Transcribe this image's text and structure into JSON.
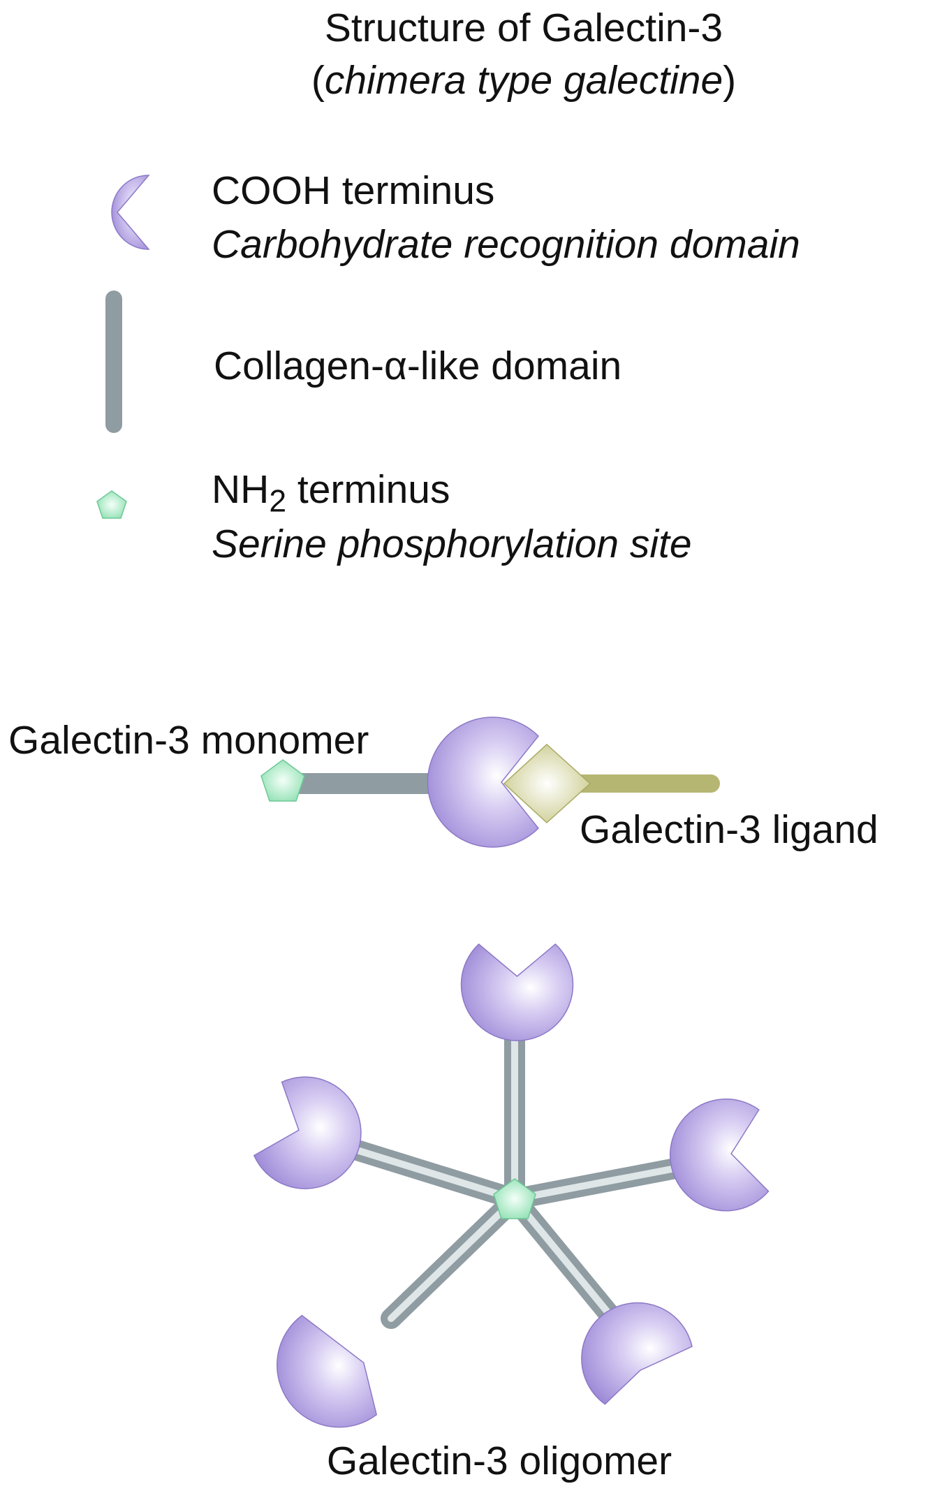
{
  "title": {
    "line1": "Structure of Galectin-3",
    "line2_open": "(",
    "line2_italic": "chimera type galectine",
    "line2_close": ")"
  },
  "legend": {
    "crd": {
      "label": "COOH terminus",
      "sublabel": "Carbohydrate recognition domain",
      "icon": "pacman-crd-icon",
      "color": "#9a86d6"
    },
    "collagen": {
      "label": "Collagen-α-like domain",
      "icon": "rod-icon",
      "color": "#9eabb0"
    },
    "nh2": {
      "label_prefix": "NH",
      "label_sub": "2",
      "label_suffix": " terminus",
      "sublabel": "Serine phosphorylation site",
      "icon": "pentagon-icon",
      "color": "#8ee0b2"
    }
  },
  "monomer": {
    "label": "Galectin-3 monomer",
    "ligand_label": "Galectin-3 ligand",
    "ligand_color": "#c9c98a"
  },
  "oligomer": {
    "label": "Galectin-3 oligomer",
    "arm_count": 5
  }
}
